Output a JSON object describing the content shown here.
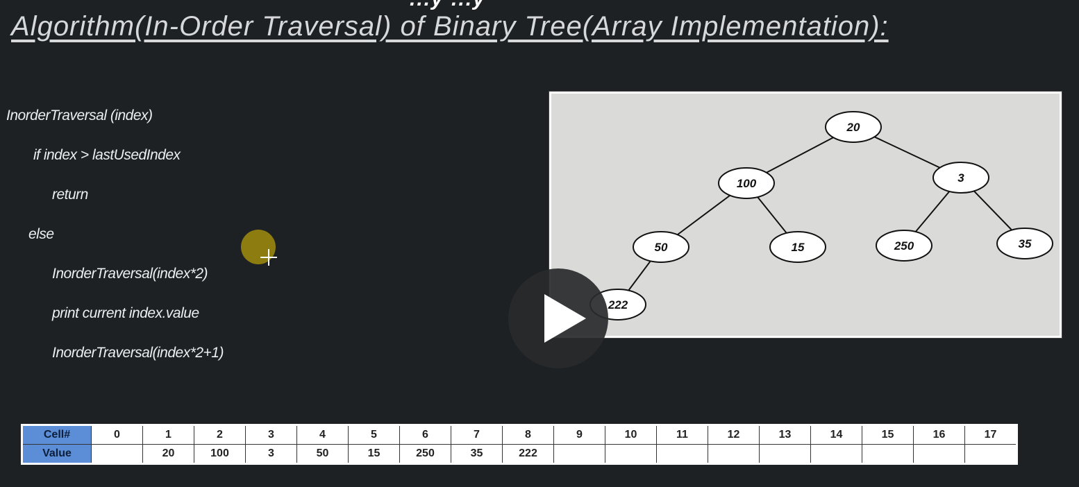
{
  "header": {
    "top_cut_text": "...y ...y",
    "title": "Algorithm(In-Order Traversal) of Binary Tree(Array Implementation):"
  },
  "pseudocode": [
    "InorderTraversal (index)",
    "if index > lastUsedIndex",
    "return",
    "else",
    "InorderTraversal(index*2)",
    "print current index.value",
    "InorderTraversal(index*2+1)"
  ],
  "tree": {
    "nodes": [
      {
        "index": 1,
        "value": "20"
      },
      {
        "index": 2,
        "value": "100"
      },
      {
        "index": 3,
        "value": "3"
      },
      {
        "index": 4,
        "value": "50"
      },
      {
        "index": 5,
        "value": "15"
      },
      {
        "index": 6,
        "value": "250"
      },
      {
        "index": 7,
        "value": "35"
      },
      {
        "index": 8,
        "value": "222"
      }
    ]
  },
  "array_table": {
    "cell_header": "Cell#",
    "value_header": "Value",
    "cells": [
      "0",
      "1",
      "2",
      "3",
      "4",
      "5",
      "6",
      "7",
      "8",
      "9",
      "10",
      "11",
      "12",
      "13",
      "14",
      "15",
      "16",
      "17"
    ],
    "values": [
      "",
      "20",
      "100",
      "3",
      "50",
      "15",
      "250",
      "35",
      "222",
      "",
      "",
      "",
      "",
      "",
      "",
      "",
      "",
      ""
    ]
  },
  "player": {
    "play_icon": "play-icon"
  },
  "colors": {
    "background": "#1e2124",
    "table_header": "#5b8ed6",
    "cursor_highlight": "#8d7c10",
    "tree_panel": "#dadbd8"
  }
}
